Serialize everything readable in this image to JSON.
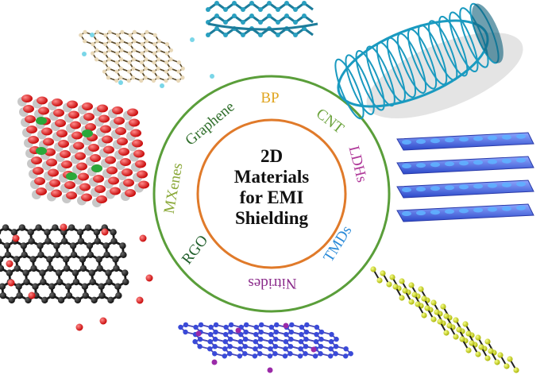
{
  "center": {
    "line1": "2D",
    "line2": "Materials",
    "line3": "for EMI",
    "line4": "Shielding"
  },
  "ring_labels": {
    "graphene": "Graphene",
    "bp": "BP",
    "cnt": "CNT",
    "ldhs": "LDHs",
    "tmds": "TMDs",
    "nitrides": "Nitrides",
    "rgo": "RGO",
    "mxenes": "MXenes"
  },
  "colors": {
    "outer_ring": "#5a9e3a",
    "inner_ring": "#e07a2a",
    "graphene": "#2f6e2a",
    "bp": "#e0a520",
    "cnt": "#6aa23a",
    "ldhs": "#b03a9a",
    "tmds": "#2a8ad8",
    "nitrides": "#8a2a8a",
    "rgo": "#1f5e2a",
    "mxenes": "#8aa838"
  }
}
